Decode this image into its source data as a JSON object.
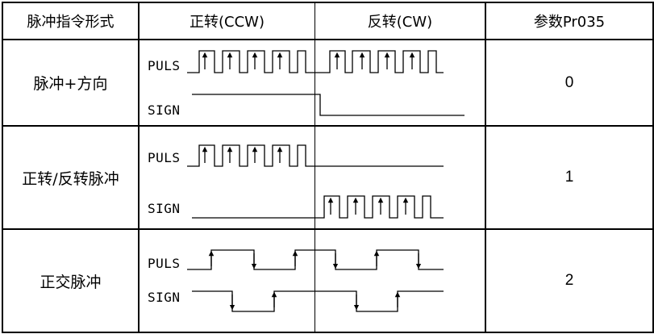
{
  "header": {
    "col1": "脉冲指令形式",
    "col2": "正转(CCW)",
    "col3": "反转(CW)",
    "col4": "参数Pr035"
  },
  "rows": [
    {
      "name": "脉冲+方向",
      "value": "0",
      "signal1": "PULS",
      "signal2": "SIGN"
    },
    {
      "name": "正转/反转脉冲",
      "value": "1",
      "signal1": "PULS",
      "signal2": "SIGN"
    },
    {
      "name": "正交脉冲",
      "value": "2",
      "signal1": "PULS",
      "signal2": "SIGN"
    }
  ]
}
